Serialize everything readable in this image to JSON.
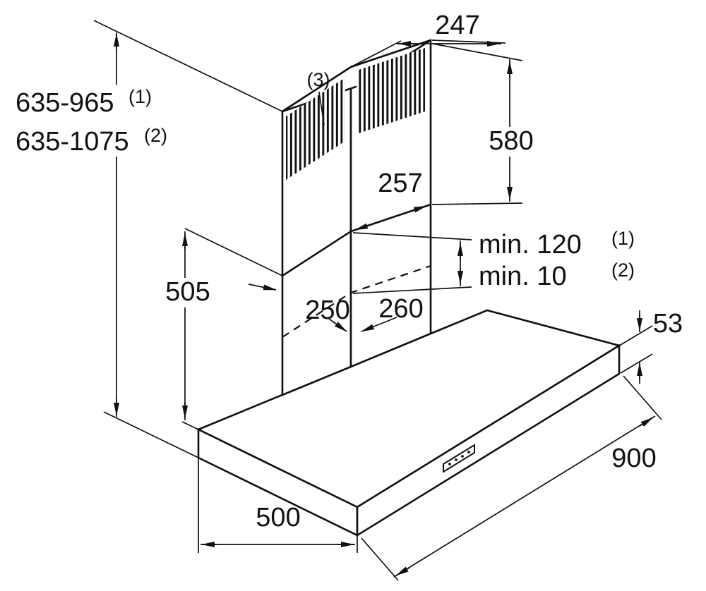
{
  "diagram": {
    "labels": {
      "total_height_range_1": "635-965",
      "total_height_range_1_ref": "(1)",
      "total_height_range_2": "635-1075",
      "total_height_range_2_ref": "(2)",
      "chimney_top_depth": "247",
      "upper_chimney_height": "580",
      "upper_chimney_width": "257",
      "outlet_grille_ref": "(3)",
      "min_extension_1": "min. 120",
      "min_extension_1_ref": "(1)",
      "min_extension_2": "min. 10",
      "min_extension_2_ref": "(2)",
      "lower_chimney_height": "505",
      "lower_chimney_depth": "250",
      "lower_chimney_width": "260",
      "canopy_height": "53",
      "canopy_width": "900",
      "canopy_depth": "500"
    },
    "colors": {
      "line": "#111111",
      "background": "#ffffff"
    }
  }
}
